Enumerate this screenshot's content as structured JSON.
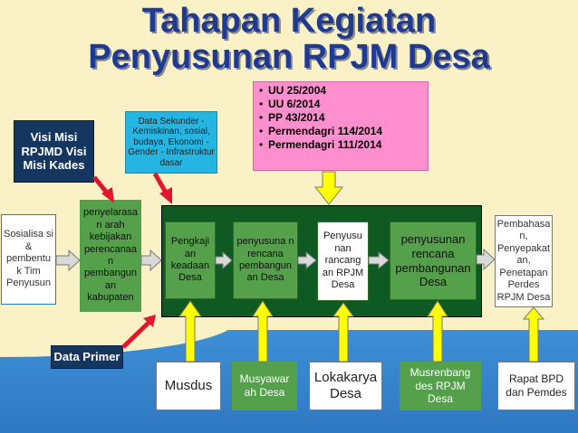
{
  "title": {
    "line1": "Tahapan Kegiatan",
    "line2": "Penyusunan RPJM Desa"
  },
  "visi_misi": "Visi Misi RPJMD Visi Misi Kades",
  "data_sekunder": "Data Sekunder - Kemiskinan, sosial, budaya, Ekonomi - Gender - Infrastruktur dasar",
  "regulations": [
    "UU 25/2004",
    "UU 6/2014",
    "PP 43/2014",
    "Permendagri 114/2014",
    "Permendagri 111/2014"
  ],
  "sosialisasi": "Sosialisa si & pembentu k Tim Penyusun",
  "penyelarasan": "penyelarasa n arah kebijakan perencanaa n pembangun an kabupaten",
  "pengkajian": "Pengkaji an keadaan Desa",
  "penyusunan_rencana": "penyusuna n rencana pembangun an Desa",
  "penyusunan_rancangan": "Penyusu nan rancang an RPJM Desa",
  "penyusunan_rencana_big": "penyusunan rencana pembangunan Desa",
  "pembahasan": "Pembahasa n, Penyepakat an, Penetapan Perdes RPJM Desa",
  "data_primer": "Data Primer",
  "musdus": "Musdus",
  "musyawarah": "Musyawar ah Desa",
  "lokakarya": "Lokakarya Desa",
  "musrenbang": "Musrenbang des RPJM Desa",
  "rapat": "Rapat BPD dan Pemdes",
  "colors": {
    "navy": "#15365f",
    "green": "#55a04a",
    "cyan": "#25b5e3",
    "pink": "#ff8fce",
    "yellow_arrow": "#ffff00",
    "red_arrow": "#e3172b",
    "dark_green": "#0f5a22"
  }
}
